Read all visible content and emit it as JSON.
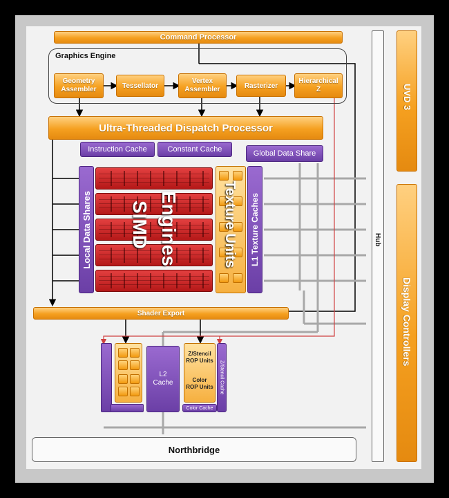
{
  "labels": {
    "command_processor": "Command Processor",
    "graphics_engine": "Graphics Engine",
    "geometry_assembler": "Geometry Assembler",
    "tessellator": "Tessellator",
    "vertex_assembler": "Vertex Assembler",
    "rasterizer": "Rasterizer",
    "hierarchical_z": "Hierarchical Z",
    "dispatch_processor": "Ultra-Threaded Dispatch Processor",
    "instruction_cache": "Instruction Cache",
    "constant_cache": "Constant Cache",
    "global_data_share": "Global Data Share",
    "local_data_shares": "Local Data Shares",
    "simd_engines_1": "SIMD",
    "simd_engines_2": "Engines",
    "texture_units": "Texture Units",
    "l1_texture_caches": "L1 Texture Caches",
    "shader_export": "Shader Export",
    "l2_cache_1": "L2",
    "l2_cache_2": "Cache",
    "z_stencil_rop_1": "Z/Stencil",
    "z_stencil_rop_2": "ROP Units",
    "color_rop_1": "Color",
    "color_rop_2": "ROP Units",
    "color_cache": "Color Cache",
    "z_stencil_cache": "Z/Stencil Cache",
    "northbridge": "Northbridge",
    "hub": "Hub",
    "uvd3": "UVD 3",
    "display_controllers": "Display Controllers"
  },
  "colors": {
    "orange": "#f5a020",
    "purple": "#6b3fa6",
    "red": "#c41e1e",
    "connector": "#999999",
    "red_line": "#e05050"
  }
}
